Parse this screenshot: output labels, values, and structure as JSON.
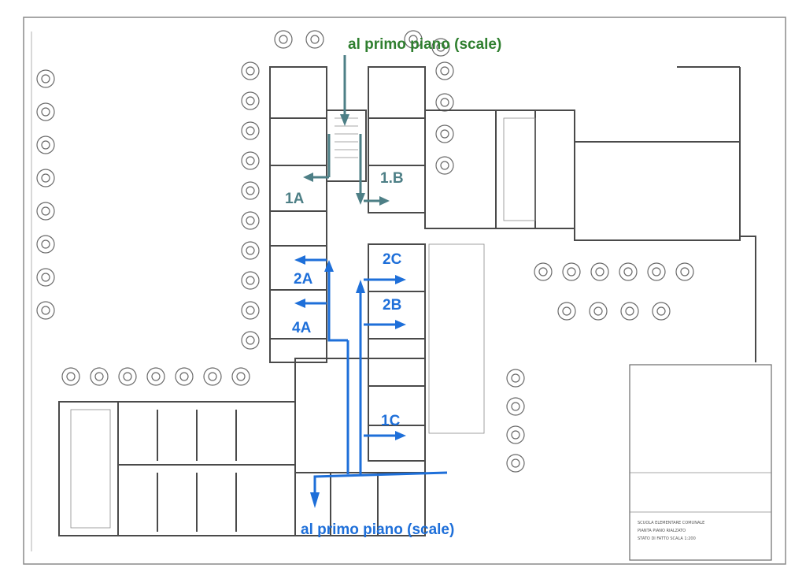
{
  "colors": {
    "green": "#2f7f2f",
    "teal": "#4d7f86",
    "blue": "#1e6fd9",
    "line": "#4a4a4a",
    "tree": "#6a6a6a"
  },
  "labels": {
    "top_route": "al primo piano (scale)",
    "bottom_route": "al primo piano (scale)",
    "room_1a": "1A",
    "room_1b": "1.B",
    "room_2a": "2A",
    "room_4a": "4A",
    "room_2c": "2C",
    "room_2b": "2B",
    "room_1c": "1C"
  },
  "title_block": {
    "line1": "SCUOLA ELEMENTARE COMUNALE",
    "line2": "PIANTA PIANO RIALZATO",
    "line3": "STATO DI FATTO  SCALA 1:200"
  }
}
